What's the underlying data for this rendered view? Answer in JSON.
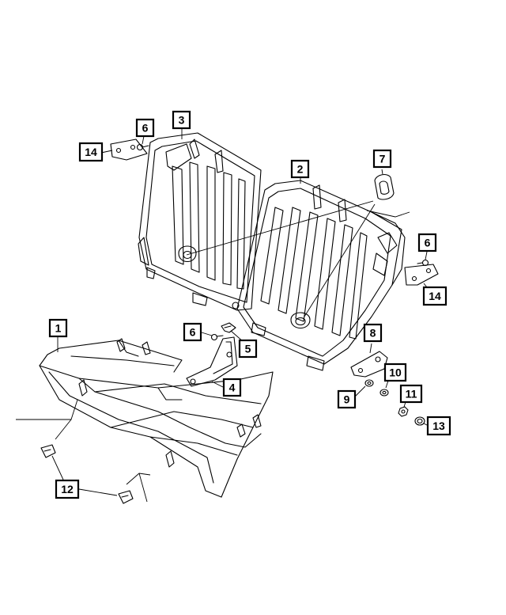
{
  "diagram": {
    "callouts": {
      "c1": "1",
      "c2": "2",
      "c3": "3",
      "c4": "4",
      "c5": "5",
      "c6a": "6",
      "c6b": "6",
      "c6c": "6",
      "c7": "7",
      "c8": "8",
      "c9": "9",
      "c10": "10",
      "c11": "11",
      "c12": "12",
      "c13": "13",
      "c14a": "14",
      "c14b": "14"
    }
  }
}
